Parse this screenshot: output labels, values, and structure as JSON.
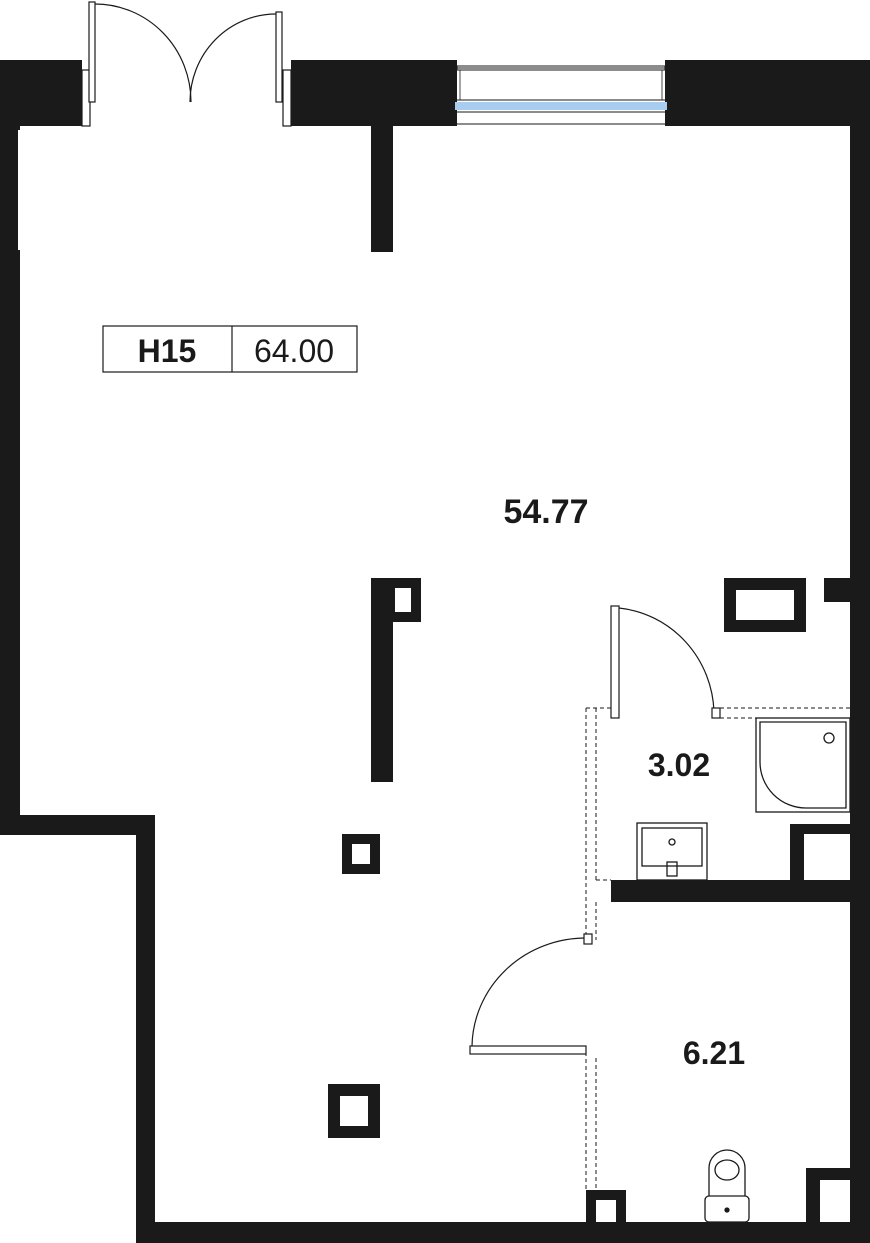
{
  "unit": {
    "code": "H15",
    "total_area": "64.00"
  },
  "rooms": [
    {
      "name": "main-room",
      "area": "54.77"
    },
    {
      "name": "shower-room",
      "area": "3.02"
    },
    {
      "name": "toilet-room",
      "area": "6.21"
    }
  ],
  "colors": {
    "wall": "#1a1a1a",
    "window_glass": "#a9cdf0",
    "background": "#ffffff",
    "line": "#1a1a1a"
  }
}
